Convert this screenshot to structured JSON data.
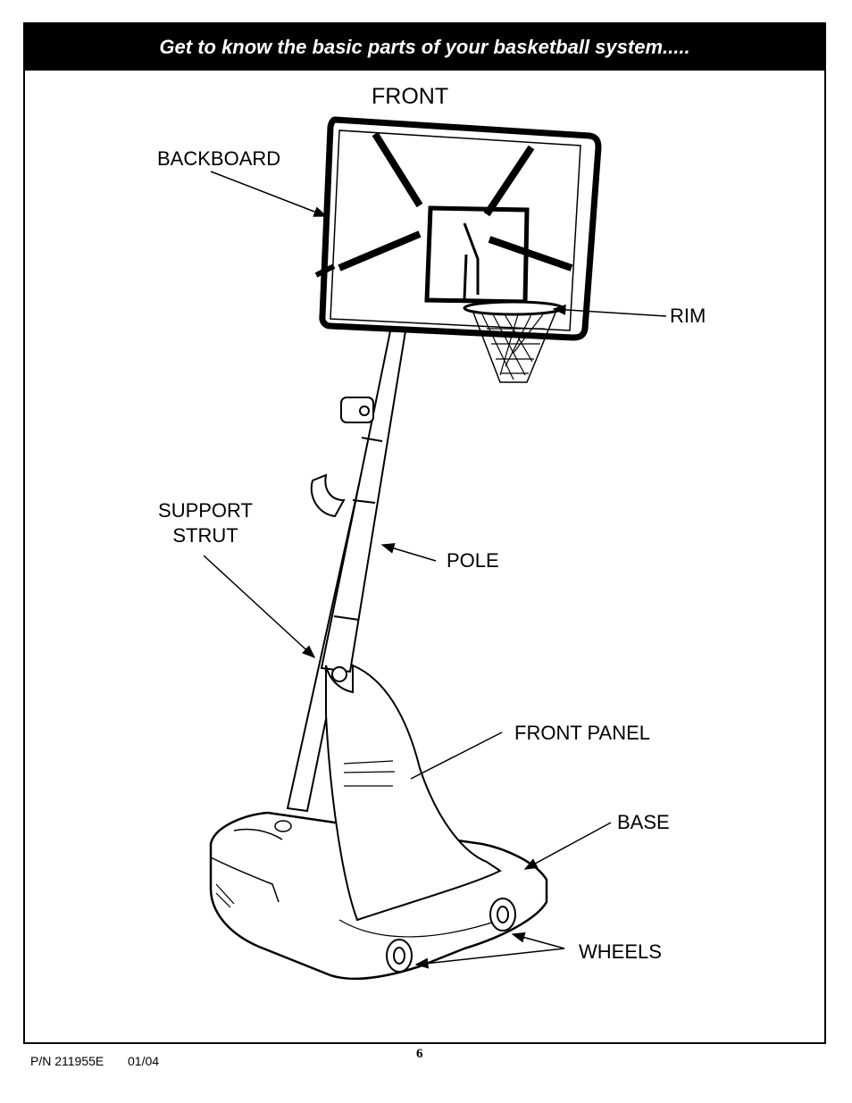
{
  "header": {
    "title": "Get to know the basic parts of your basketball system....."
  },
  "diagram": {
    "view_label": "FRONT",
    "labels": {
      "backboard": "BACKBOARD",
      "rim": "RIM",
      "support_strut_line1": "SUPPORT",
      "support_strut_line2": "STRUT",
      "pole": "POLE",
      "front_panel": "FRONT PANEL",
      "base": "BASE",
      "wheels": "WHEELS"
    }
  },
  "footer": {
    "part_number": "P/N 211955E",
    "date": "01/04",
    "page_number": "6"
  }
}
